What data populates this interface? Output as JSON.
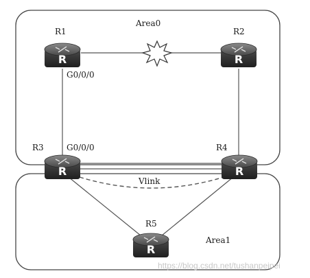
{
  "areas": {
    "area0": "Area0",
    "area1": "Area1"
  },
  "routers": {
    "r1": "R1",
    "r2": "R2",
    "r3": "R3",
    "r4": "R4",
    "r5": "R5",
    "glyph": "R"
  },
  "interfaces": {
    "r1_port": "G0/0/0",
    "r3_port": "G0/0/0"
  },
  "links": {
    "vlink": "Vlink"
  },
  "watermark": "https://blog.csdn.net/tushanpeipei",
  "colors": {
    "router_body": "#3a3a3a",
    "router_top": "#6b6b6b",
    "line": "#555555",
    "area_border": "#444444"
  }
}
